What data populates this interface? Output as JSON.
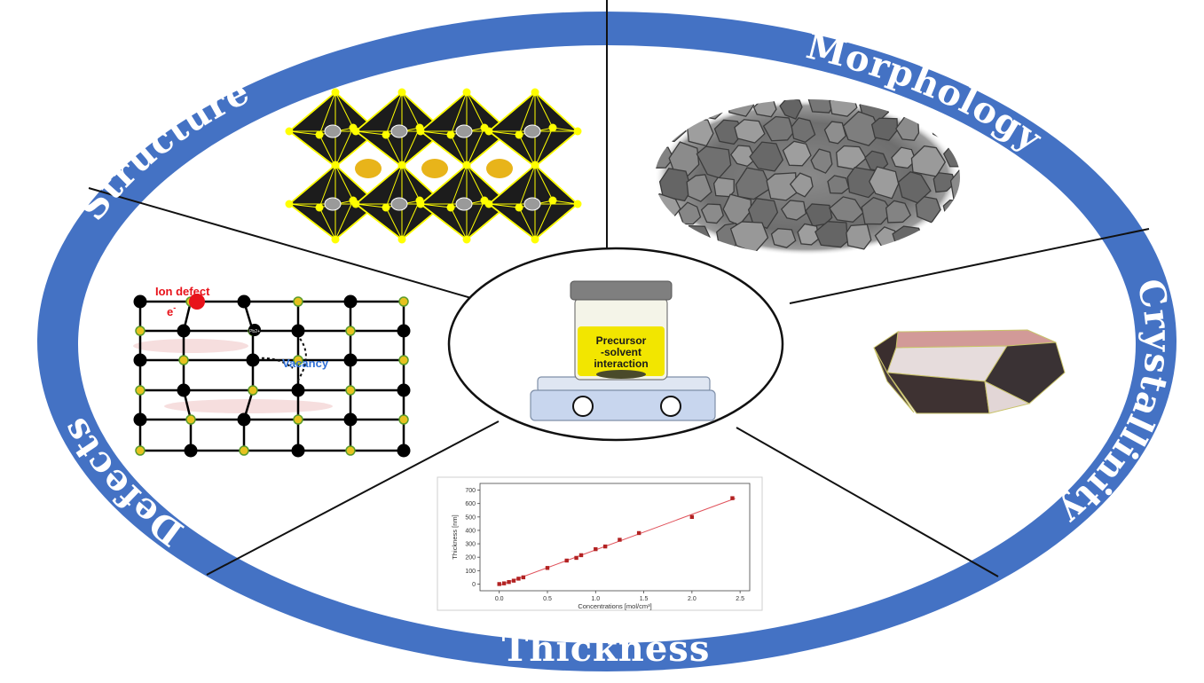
{
  "ring": {
    "color": "#4472c4",
    "labels": {
      "structure": "Structure",
      "morphology": "Morphology",
      "crystallinity": "Crystallinity",
      "thickness": "Thickness",
      "defects": "Defects"
    }
  },
  "center": {
    "line1": "Precursor",
    "line2": "-solvent",
    "line3": "interaction",
    "liquid_color": "#f2e600"
  },
  "defects": {
    "ion_defect": "Ion defect",
    "electron": "e",
    "electron_sup": "-",
    "vacancy": "Vacancy",
    "site_label": "Pb2+"
  },
  "chart_data": {
    "type": "scatter",
    "xlabel": "Concentrations [mol/cm³]",
    "ylabel": "Thickness [nm]",
    "xlim": [
      -0.2,
      2.6
    ],
    "ylim": [
      -50,
      750
    ],
    "xticks": [
      "0.0",
      "0.5",
      "1.0",
      "1.5",
      "2.0",
      "2.5"
    ],
    "yticks": [
      "0",
      "100",
      "200",
      "300",
      "400",
      "500",
      "600",
      "700"
    ],
    "x": [
      0.0,
      0.05,
      0.1,
      0.15,
      0.2,
      0.25,
      0.5,
      0.7,
      0.8,
      0.85,
      1.0,
      1.1,
      1.25,
      1.45,
      2.0,
      2.42
    ],
    "y": [
      0,
      5,
      15,
      25,
      40,
      50,
      120,
      175,
      195,
      215,
      260,
      280,
      330,
      380,
      500,
      640
    ],
    "marker_color": "#b22222",
    "fit_color": "#e0525b"
  }
}
